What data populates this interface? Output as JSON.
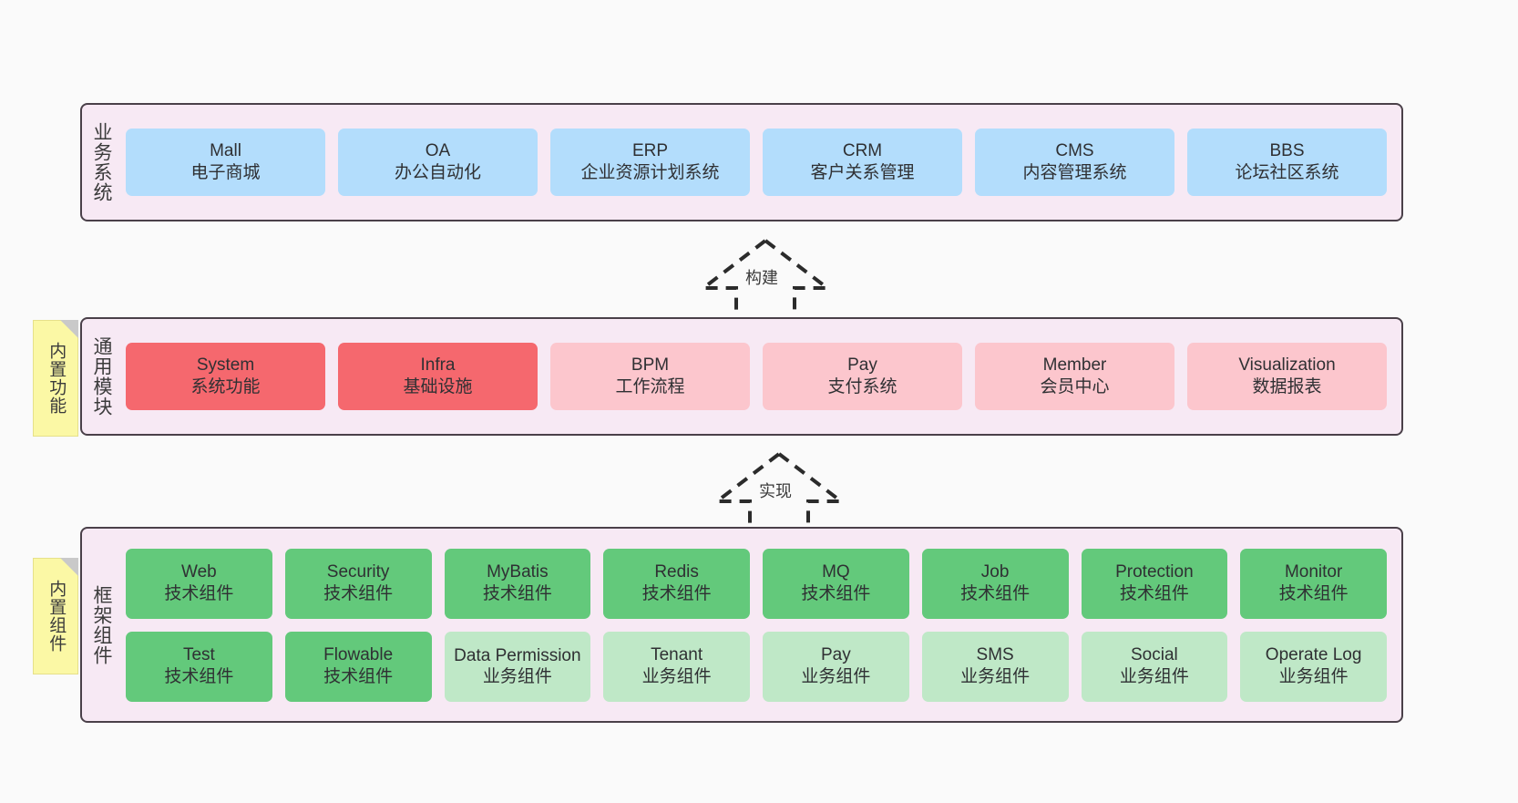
{
  "diagram": {
    "background_color": "#fafafa",
    "layer_bg_color": "#f7e9f4",
    "layer_border_color": "#4a4049",
    "sticky_color": "#fbf8a5"
  },
  "layers": [
    {
      "id": "business",
      "label": "业务系统",
      "rows": [
        {
          "cards": [
            {
              "title": "Mall",
              "sub": "电子商城",
              "color": "#b3ddfc"
            },
            {
              "title": "OA",
              "sub": "办公自动化",
              "color": "#b3ddfc"
            },
            {
              "title": "ERP",
              "sub": "企业资源计划系统",
              "color": "#b3ddfc"
            },
            {
              "title": "CRM",
              "sub": "客户关系管理",
              "color": "#b3ddfc"
            },
            {
              "title": "CMS",
              "sub": "内容管理系统",
              "color": "#b3ddfc"
            },
            {
              "title": "BBS",
              "sub": "论坛社区系统",
              "color": "#b3ddfc"
            }
          ]
        }
      ]
    },
    {
      "id": "common",
      "label": "通用模块",
      "sticky": "内置功能",
      "rows": [
        {
          "cards": [
            {
              "title": "System",
              "sub": "系统功能",
              "color": "#f5686e"
            },
            {
              "title": "Infra",
              "sub": "基础设施",
              "color": "#f5686e"
            },
            {
              "title": "BPM",
              "sub": "工作流程",
              "color": "#fcc6cd"
            },
            {
              "title": "Pay",
              "sub": "支付系统",
              "color": "#fcc6cd"
            },
            {
              "title": "Member",
              "sub": "会员中心",
              "color": "#fcc6cd"
            },
            {
              "title": "Visualization",
              "sub": "数据报表",
              "color": "#fcc6cd"
            }
          ]
        }
      ]
    },
    {
      "id": "framework",
      "label": "框架组件",
      "sticky": "内置组件",
      "rows": [
        {
          "cards": [
            {
              "title": "Web",
              "sub": "技术组件",
              "color": "#63c97b"
            },
            {
              "title": "Security",
              "sub": "技术组件",
              "color": "#63c97b"
            },
            {
              "title": "MyBatis",
              "sub": "技术组件",
              "color": "#63c97b"
            },
            {
              "title": "Redis",
              "sub": "技术组件",
              "color": "#63c97b"
            },
            {
              "title": "MQ",
              "sub": "技术组件",
              "color": "#63c97b"
            },
            {
              "title": "Job",
              "sub": "技术组件",
              "color": "#63c97b"
            },
            {
              "title": "Protection",
              "sub": "技术组件",
              "color": "#63c97b"
            },
            {
              "title": "Monitor",
              "sub": "技术组件",
              "color": "#63c97b"
            }
          ]
        },
        {
          "cards": [
            {
              "title": "Test",
              "sub": "技术组件",
              "color": "#63c97b"
            },
            {
              "title": "Flowable",
              "sub": "技术组件",
              "color": "#63c97b"
            },
            {
              "title": "Data Permission",
              "sub": "业务组件",
              "color": "#bfe8c7",
              "wrap": true
            },
            {
              "title": "Tenant",
              "sub": "业务组件",
              "color": "#bfe8c7"
            },
            {
              "title": "Pay",
              "sub": "业务组件",
              "color": "#bfe8c7"
            },
            {
              "title": "SMS",
              "sub": "业务组件",
              "color": "#bfe8c7"
            },
            {
              "title": "Social",
              "sub": "业务组件",
              "color": "#bfe8c7"
            },
            {
              "title": "Operate Log",
              "sub": "业务组件",
              "color": "#bfe8c7"
            }
          ]
        }
      ]
    }
  ],
  "arrows": [
    {
      "id": "build",
      "label": "构建",
      "style": "dashed-generalization-up"
    },
    {
      "id": "implement",
      "label": "实现",
      "style": "dashed-generalization-up"
    }
  ]
}
